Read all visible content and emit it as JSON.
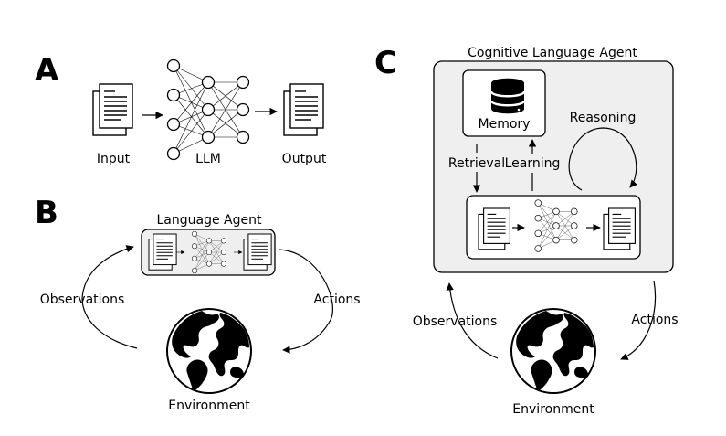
{
  "panels": {
    "a": {
      "letter": "A",
      "input": "Input",
      "llm": "LLM",
      "output": "Output"
    },
    "b": {
      "letter": "B",
      "agent": "Language Agent",
      "observations": "Observations",
      "actions": "Actions",
      "environment": "Environment"
    },
    "c": {
      "letter": "C",
      "agent": "Cognitive Language Agent",
      "memory": "Memory",
      "retrieval": "Retrieval",
      "learning": "Learning",
      "reasoning": "Reasoning",
      "observations": "Observations",
      "actions": "Actions",
      "environment": "Environment"
    }
  },
  "colors": {
    "ink": "#000000",
    "agent_box_fill": "#efefef",
    "background": "#ffffff"
  },
  "icons": [
    "document-icon",
    "neural-network-icon",
    "database-icon",
    "globe-icon",
    "arrow-icon",
    "loop-arrow-icon"
  ]
}
